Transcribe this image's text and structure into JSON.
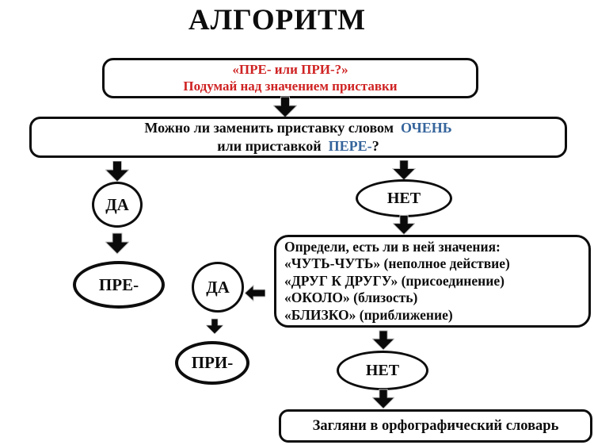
{
  "title": "АЛГОРИТМ",
  "colors": {
    "background": "#ffffff",
    "ink": "#0d0d0d",
    "red": "#cf2323",
    "blue": "#36659c"
  },
  "flow": {
    "start_box": {
      "line1": "«ПРЕ- или ПРИ-?»",
      "line2": "Подумай над значением приставки"
    },
    "question_box": {
      "line1_text": "Можно ли заменить приставку словом",
      "line1_blue": "ОЧЕНЬ",
      "line2_text": "или приставкой",
      "line2_blue": "ПЕРЕ-",
      "line2_tail": "?"
    },
    "yes_left_label": "ДА",
    "pre_label": "ПРЕ-",
    "no_top_label": "НЕТ",
    "meanings_box": {
      "heading": "Определи, есть ли в ней значения:",
      "items": [
        "«ЧУТЬ-ЧУТЬ» (неполное действие)",
        "«ДРУГ К ДРУГУ» (присоединение)",
        "«ОКОЛО» (близость)",
        "«БЛИЗКО» (приближение)"
      ]
    },
    "yes_middle_label": "ДА",
    "pri_label": "ПРИ-",
    "no_bottom_label": "НЕТ",
    "dictionary_box": {
      "label": "Загляни в орфографический словарь"
    },
    "icons": {
      "down_arrow": "down-arrow-icon",
      "left_arrow": "left-arrow-icon"
    }
  }
}
